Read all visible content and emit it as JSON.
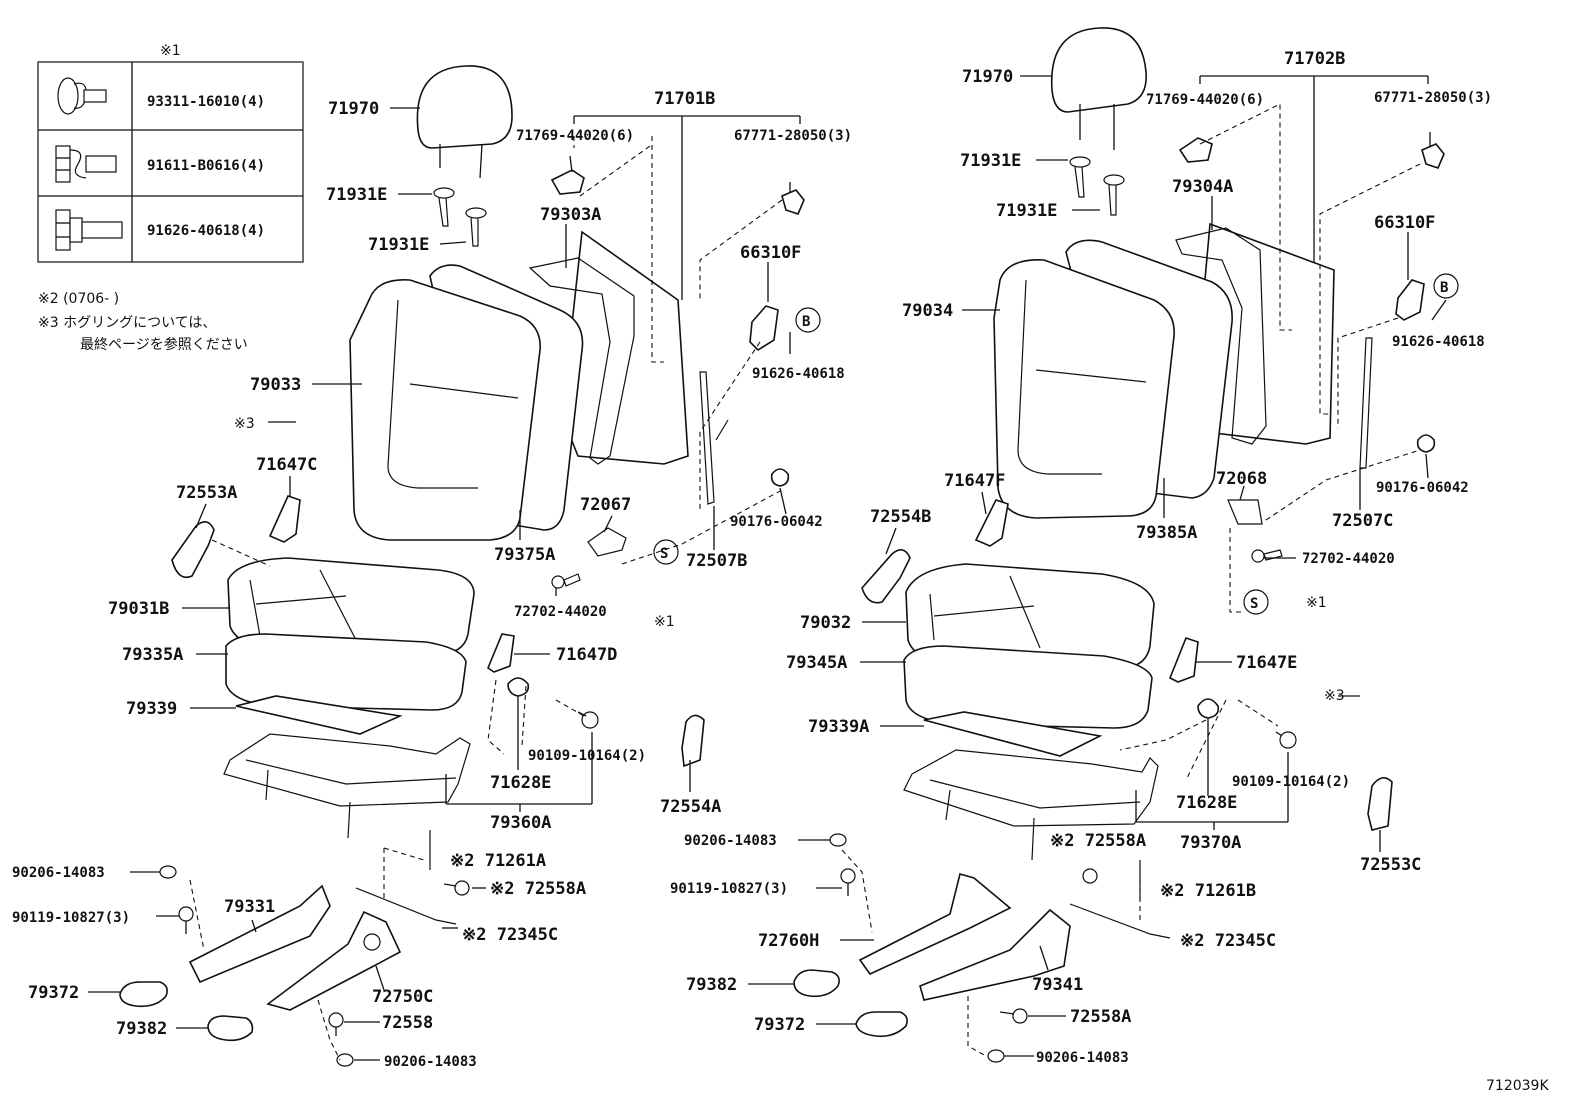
{
  "legend": {
    "title": "※1",
    "rows": [
      {
        "icon": "clip-icon",
        "part": "93311-16010(4)"
      },
      {
        "icon": "screw-icon",
        "part": "91611-B0616(4)"
      },
      {
        "icon": "bolt-icon",
        "part": "91626-40618(4)"
      }
    ]
  },
  "notes": {
    "note2": "※2 (0706-    )",
    "note3_line1": "※3 ホグリングについては、",
    "note3_line2": "最終ページを参照ください"
  },
  "diagram_code": "712039K",
  "circle_b": "B",
  "circle_s": "S",
  "labels": {
    "l_71970": "71970",
    "l_71931e_a": "71931E",
    "l_71931e_b": "71931E",
    "l_71701b": "71701B",
    "l_71769_a": "71769-44020(6)",
    "l_67771_a": "67771-28050(3)",
    "l_79303a": "79303A",
    "l_66310f_a": "66310F",
    "l_91626_a": "91626-40618",
    "l_79033": "79033",
    "l_x3_a": "※3",
    "l_71647c": "71647C",
    "l_72553a": "72553A",
    "l_72067": "72067",
    "l_90176_a": "90176-06042",
    "l_79375a": "79375A",
    "l_72507b": "72507B",
    "l_79031b": "79031B",
    "l_72702_a": "72702-44020",
    "l_x1_a": "※1",
    "l_79335a": "79335A",
    "l_71647d": "71647D",
    "l_79339": "79339",
    "l_90109_a": "90109-10164(2)",
    "l_71628e_a": "71628E",
    "l_72554a": "72554A",
    "l_79360a": "79360A",
    "l_90206_a": "90206-14083",
    "l_71261a": "※2 71261A",
    "l_90119_a": "90119-10827(3)",
    "l_79331": "79331",
    "l_72558a_a": "※2 72558A",
    "l_72345c_a": "※2 72345C",
    "l_79372_a": "79372",
    "l_72750c": "72750C",
    "l_79382_a": "79382",
    "l_72558": "72558",
    "l_90206_b": "90206-14083",
    "l_71970_r": "71970",
    "l_71702b": "71702B",
    "l_71769_b": "71769-44020(6)",
    "l_67771_b": "67771-28050(3)",
    "l_71931e_c": "71931E",
    "l_71931e_d": "71931E",
    "l_79304a": "79304A",
    "l_66310f_b": "66310F",
    "l_79034": "79034",
    "l_91626_b": "91626-40618",
    "l_72068": "72068",
    "l_71647f": "71647F",
    "l_90176_b": "90176-06042",
    "l_79385a": "79385A",
    "l_72507c": "72507C",
    "l_72554b": "72554B",
    "l_72702_b": "72702-44020",
    "l_x1_b": "※1",
    "l_79032": "79032",
    "l_71647e": "71647E",
    "l_79345a": "79345A",
    "l_x3_b": "※3",
    "l_79339a": "79339A",
    "l_90109_b": "90109-10164(2)",
    "l_71628e_b": "71628E",
    "l_72553c": "72553C",
    "l_90206_c": "90206-14083",
    "l_72558a_b": "※2 72558A",
    "l_79370a": "79370A",
    "l_90119_b": "90119-10827(3)",
    "l_71261b": "※2 71261B",
    "l_72760h": "72760H",
    "l_72345c_b": "※2 72345C",
    "l_79382_b": "79382",
    "l_79341": "79341",
    "l_79372_b": "79372",
    "l_72558a_c": "72558A",
    "l_90206_d": "90206-14083"
  }
}
